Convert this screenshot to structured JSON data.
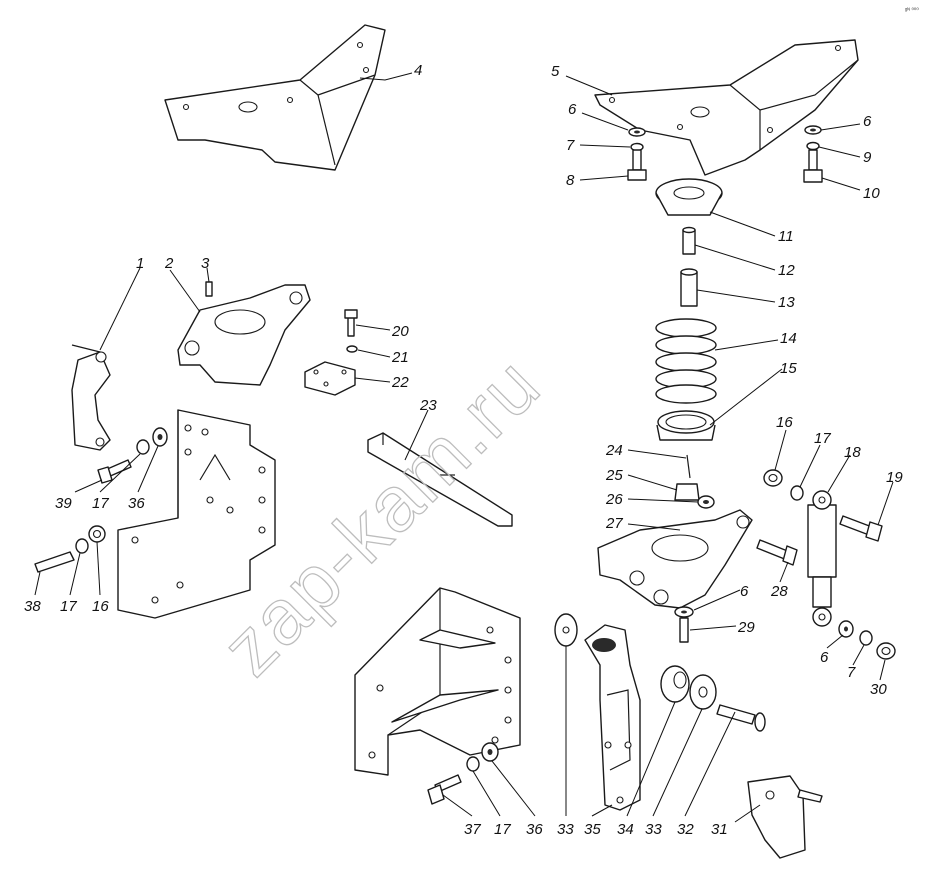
{
  "watermark": "zap-kam.ru",
  "corner_mark": "ᵍᴺ ⁰⁰⁰",
  "callouts": [
    "1",
    "2",
    "3",
    "4",
    "5",
    "6",
    "7",
    "8",
    "6",
    "9",
    "10",
    "11",
    "12",
    "13",
    "14",
    "15",
    "16",
    "17",
    "18",
    "19",
    "20",
    "21",
    "22",
    "23",
    "24",
    "25",
    "26",
    "27",
    "28",
    "6",
    "29",
    "6",
    "7",
    "30",
    "39",
    "17",
    "36",
    "38",
    "17",
    "16",
    "37",
    "17",
    "36",
    "33",
    "35",
    "34",
    "33",
    "32",
    "31"
  ]
}
